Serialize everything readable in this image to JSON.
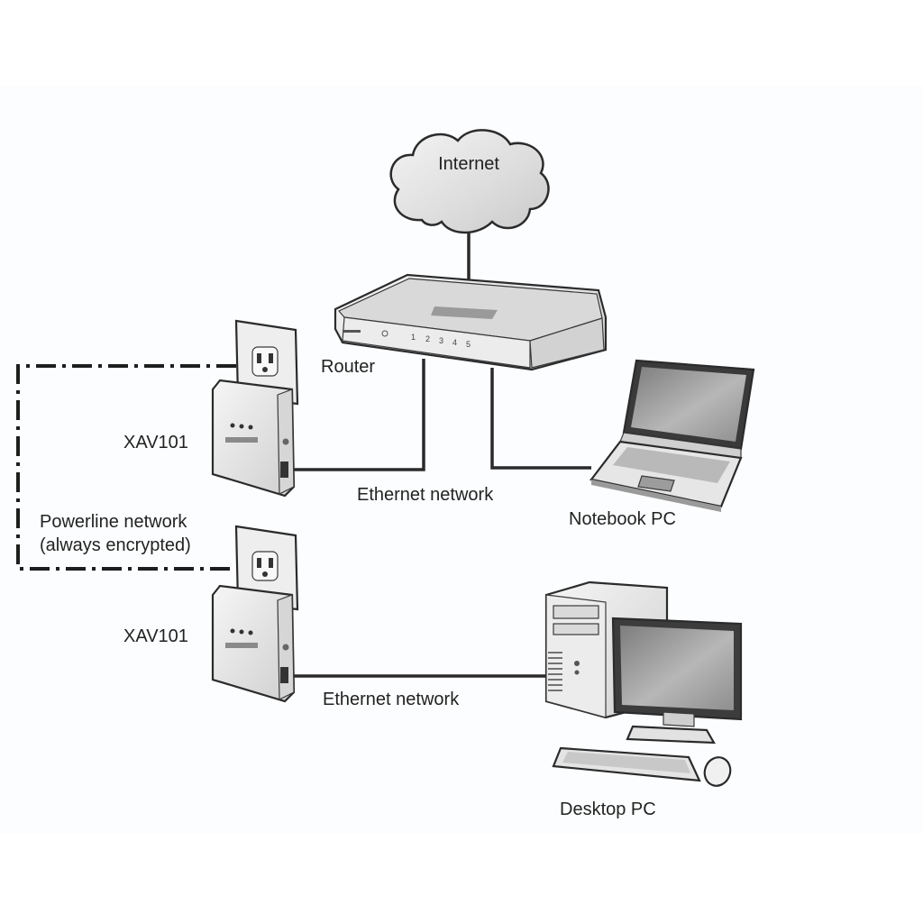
{
  "diagram": {
    "type": "network-topology",
    "nodes": {
      "internet": {
        "label": "Internet",
        "icon": "cloud-icon"
      },
      "router": {
        "label": "Router",
        "icon": "router-icon",
        "port_numbers": [
          "1",
          "2",
          "3",
          "4",
          "5"
        ]
      },
      "adapter_top": {
        "label": "XAV101",
        "icon": "powerline-adapter-icon"
      },
      "adapter_bottom": {
        "label": "XAV101",
        "icon": "powerline-adapter-icon"
      },
      "notebook": {
        "label": "Notebook PC",
        "icon": "laptop-icon"
      },
      "desktop": {
        "label": "Desktop PC",
        "icon": "desktop-computer-icon"
      }
    },
    "links": {
      "ethernet_top": {
        "label": "Ethernet network",
        "style": "solid"
      },
      "ethernet_bottom": {
        "label": "Ethernet network",
        "style": "solid"
      },
      "powerline": {
        "label_line1": "Powerline network",
        "label_line2": "(always encrypted)",
        "style": "dash-dot"
      },
      "internet_router": {
        "label": "",
        "style": "solid"
      },
      "router_notebook": {
        "label": "",
        "style": "solid"
      }
    },
    "colors": {
      "line": "#2a2a2a",
      "device_fill": "#e8e8e8",
      "screen_fill": "#9a9a9a",
      "text": "#222222"
    }
  }
}
